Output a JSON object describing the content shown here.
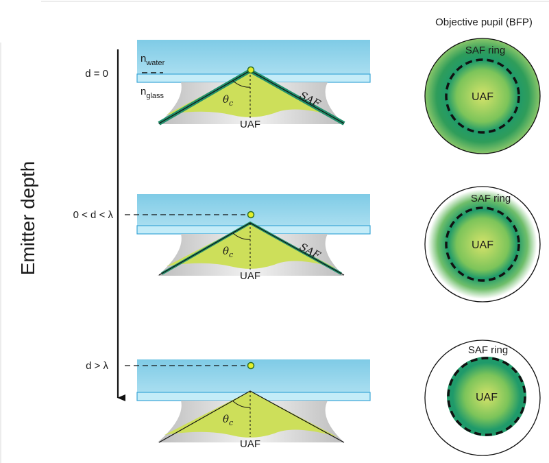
{
  "header": {
    "pupil_title": "Objective pupil (BFP)",
    "axis_label": "Emitter depth"
  },
  "labels": {
    "n_water_base": "n",
    "n_water_sub": "water",
    "n_glass_base": "n",
    "n_glass_sub": "glass",
    "theta_base": "θ",
    "theta_sub": "c",
    "saf": "SAF",
    "uaf": "UAF",
    "saf_ring": "SAF ring"
  },
  "rows": [
    {
      "depth_label": "d = 0"
    },
    {
      "depth_label": "0 < d < λ"
    },
    {
      "depth_label": "d > λ"
    }
  ],
  "colors": {
    "water": "#8fd3ea",
    "interface": "#bfe9f7",
    "glass_grey": "#c9c9c9",
    "uaf_green": "#cddf5a",
    "saf_green": "#1f8e6a",
    "emitter": "#e3ef2a",
    "ring_dash": "#111111"
  }
}
